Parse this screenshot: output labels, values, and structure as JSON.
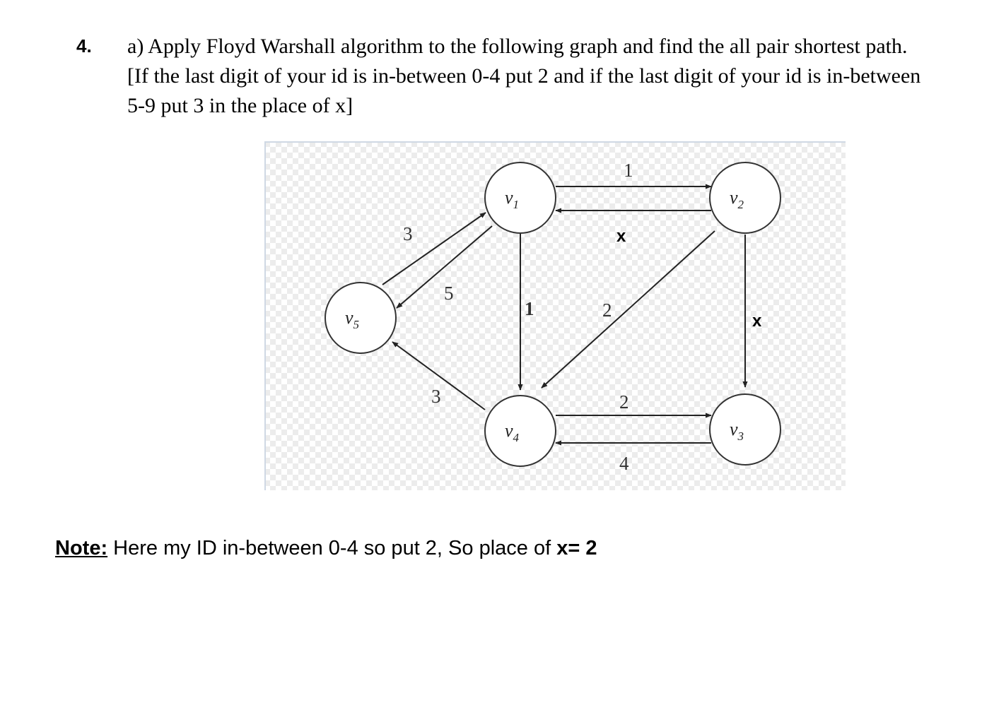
{
  "question": {
    "number": "4.",
    "lines": [
      "a) Apply Floyd Warshall algorithm to the following graph and find the all pair shortest path.",
      "[If the last digit of your id is in-between 0-4 put 2 and if the last digit of your id is in-between",
      "5-9 put 3 in the place of x]"
    ]
  },
  "graph": {
    "vertices": [
      {
        "letter": "v",
        "sub": "1"
      },
      {
        "letter": "v",
        "sub": "2"
      },
      {
        "letter": "v",
        "sub": "3"
      },
      {
        "letter": "v",
        "sub": "4"
      },
      {
        "letter": "v",
        "sub": "5"
      }
    ],
    "edges": [
      {
        "from": "v1",
        "to": "v2",
        "weight": "1"
      },
      {
        "from": "v2",
        "to": "v1",
        "weight": "x"
      },
      {
        "from": "v5",
        "to": "v1",
        "weight": "3"
      },
      {
        "from": "v1",
        "to": "v5",
        "weight": "5"
      },
      {
        "from": "v1",
        "to": "v4",
        "weight": "1"
      },
      {
        "from": "v2",
        "to": "v4",
        "weight": "2"
      },
      {
        "from": "v2",
        "to": "v3",
        "weight": "x"
      },
      {
        "from": "v4",
        "to": "v5",
        "weight": "3"
      },
      {
        "from": "v4",
        "to": "v3",
        "weight": "2"
      },
      {
        "from": "v3",
        "to": "v4",
        "weight": "4"
      }
    ]
  },
  "note": {
    "label": "Note:",
    "text": " Here my ID in-between 0-4 so put 2, So place of ",
    "value": "x= 2"
  }
}
